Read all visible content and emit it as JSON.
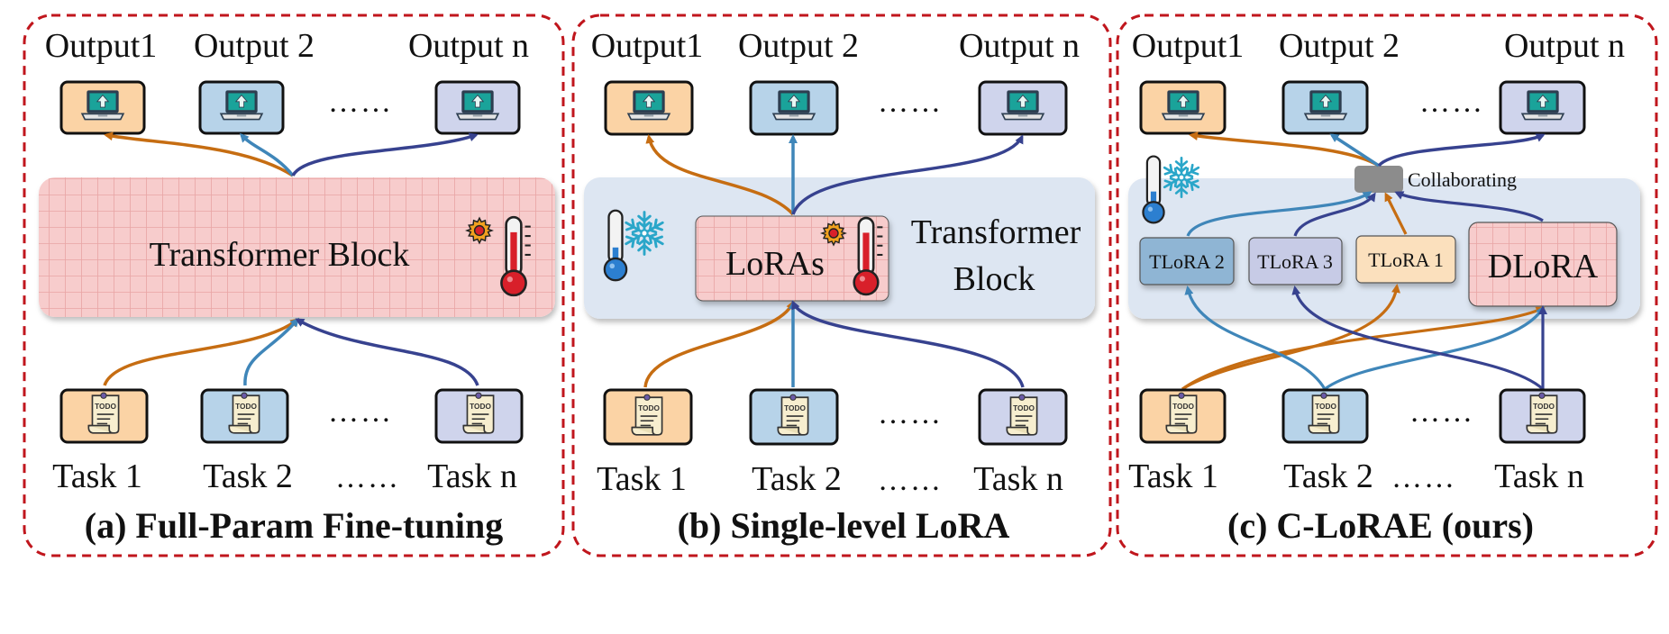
{
  "panels": [
    {
      "caption": "(a) Full-Param Fine-tuning",
      "outputs": [
        "Output1",
        "Output 2",
        "Output n"
      ],
      "tasks": [
        "Task 1",
        "Task 2",
        "Task n"
      ],
      "block_label": "Transformer Block"
    },
    {
      "caption": "(b) Single-level LoRA",
      "outputs": [
        "Output1",
        "Output 2",
        "Output n"
      ],
      "tasks": [
        "Task 1",
        "Task 2",
        "Task n"
      ],
      "lora_label": "LoRAs",
      "block_label_line1": "Transformer",
      "block_label_line2": "Block"
    },
    {
      "caption": "(c) C-LoRAE (ours)",
      "outputs": [
        "Output1",
        "Output 2",
        "Output n"
      ],
      "tasks": [
        "Task 1",
        "Task 2",
        "Task n"
      ],
      "collab_label": "Collaborating",
      "tlora": [
        "TLoRA 2",
        "TLoRA 3",
        "TLoRA 1"
      ],
      "dlora": "DLoRA"
    }
  ],
  "ellipsis": "……",
  "todo_text": "TODO",
  "colors": {
    "frame": "#c0161d",
    "orange_box": "#fbd3a5",
    "blue_box": "#b7d3e9",
    "purple_box": "#cfd4ec",
    "grid_fill": "#f7cccc",
    "grid_line": "#e8a5a5",
    "frozen_bg": "#dde6f2",
    "arrow_orange": "#c66d12",
    "arrow_blue": "#3f86b9",
    "arrow_navy": "#37428f",
    "screen": "#1aa39a"
  },
  "icons": [
    "laptop-upload-icon",
    "todo-note-icon",
    "thermometer-hot-icon",
    "thermometer-cold-icon",
    "snowflake-icon",
    "gear-icon"
  ]
}
